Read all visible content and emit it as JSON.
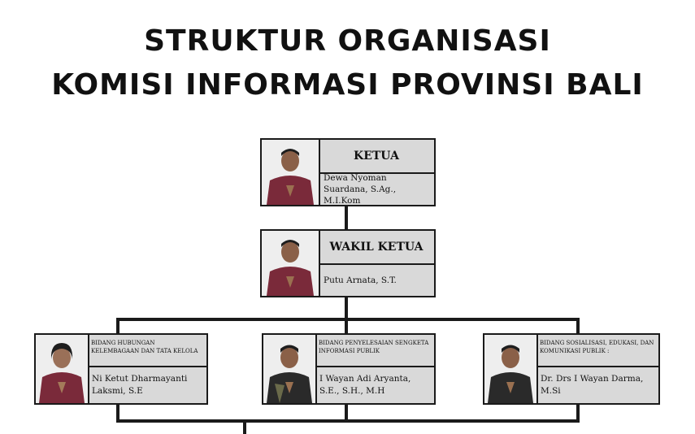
{
  "title": {
    "line1": "STRUKTUR ORGANISASI",
    "line2": "KOMISI INFORMASI PROVINSI BALI"
  },
  "members": {
    "ketua": {
      "role": "KETUA",
      "name": "Dewa Nyoman Suardana, S.Ag., M.I.Kom"
    },
    "wakil": {
      "role": "WAKIL KETUA",
      "name": "Putu Arnata, S.T."
    },
    "kelembagaan": {
      "role": "BIDANG HUBUNGAN KELEMBAGAAN DAN TATA KELOLA",
      "name": "Ni Ketut Dharmayanti Laksmi, S.E"
    },
    "penyelesaian": {
      "role": "BIDANG PENYELESAIAN SENGKETA INFORMASI PUBLIK",
      "name": "I Wayan Adi Aryanta, S.E., S.H., M.H"
    },
    "sosialisasi": {
      "role": "BIDANG SOSIALISASI, EDUKASI, DAN KOMUNIKASI PUBLIK :",
      "name": "Dr. Drs I Wayan Darma, M.Si"
    }
  },
  "colors": {
    "card_fill": "#d9d9d9",
    "border": "#1a1a1a",
    "photo_bg": "#f2f2f2",
    "attire_red": "#7a2a3a",
    "attire_black": "#2a2a2a"
  }
}
